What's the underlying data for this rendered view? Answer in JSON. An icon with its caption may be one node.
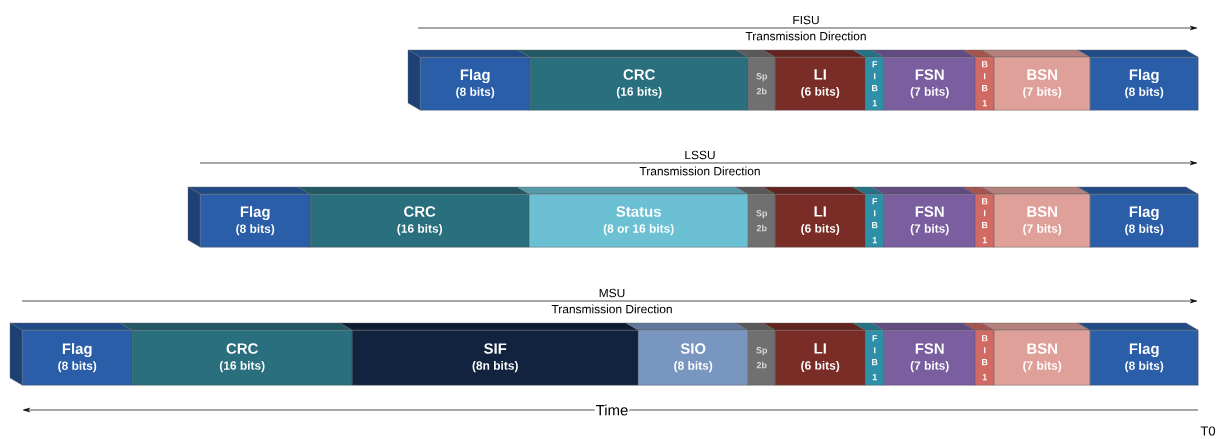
{
  "diagram": {
    "nodes": [
      {
        "text": [
          "Flag",
          "(8 bits)"
        ]
      },
      {
        "text": [
          "CRC",
          "(16 bits)"
        ]
      },
      {
        "text": [
          "Sp",
          "2b"
        ]
      },
      {
        "text": [
          "LI",
          "(6 bits)"
        ]
      },
      {
        "text": [
          "F I B",
          "1"
        ]
      },
      {
        "text": [
          "FSN",
          "(7 bits)"
        ]
      },
      {
        "text": [
          "B I B",
          "1"
        ]
      },
      {
        "text": [
          "BSN",
          "(7 bits)"
        ]
      },
      {
        "text": [
          "Flag",
          "(8 bits)"
        ]
      },
      {
        "text": [
          "Flag",
          "(8 bits)"
        ]
      },
      {
        "text": [
          "CRC",
          "(16 bits)"
        ]
      },
      {
        "text": [
          "Status",
          "(8 or 16 bits)"
        ]
      },
      {
        "text": [
          "Sp",
          "2b"
        ]
      },
      {
        "text": [
          "LI",
          "(6 bits)"
        ]
      },
      {
        "text": [
          "F I B",
          "1"
        ]
      },
      {
        "text": [
          "FSN",
          "(7 bits)"
        ]
      },
      {
        "text": [
          "B I B",
          "1"
        ]
      },
      {
        "text": [
          "BSN",
          "(7 bits)"
        ]
      },
      {
        "text": [
          "Flag",
          "(8 bits)"
        ]
      },
      {
        "text": [
          "Flag",
          "(8 bits)"
        ]
      },
      {
        "text": [
          "CRC",
          "(16 bits)"
        ]
      },
      {
        "text": [
          "SIF",
          "(8n  bits)"
        ]
      },
      {
        "text": [
          "SIO",
          "(8 bits)"
        ]
      },
      {
        "text": [
          "Sp",
          "2b"
        ]
      },
      {
        "text": [
          "LI",
          "(6 bits)"
        ]
      },
      {
        "text": [
          "F I B",
          "1"
        ]
      },
      {
        "text": [
          "FSN",
          "(7 bits)"
        ]
      },
      {
        "text": [
          "B I B",
          "1"
        ]
      },
      {
        "text": [
          "BSN",
          "(7 bits)"
        ]
      },
      {
        "text": [
          "Flag",
          "(8 bits)"
        ]
      }
    ],
    "labels": [
      "FISU",
      "Transmission Direction",
      "LSSU",
      "Transmission Direction",
      "MSU",
      "Transmission Direction",
      "Time",
      "T0"
    ]
  }
}
